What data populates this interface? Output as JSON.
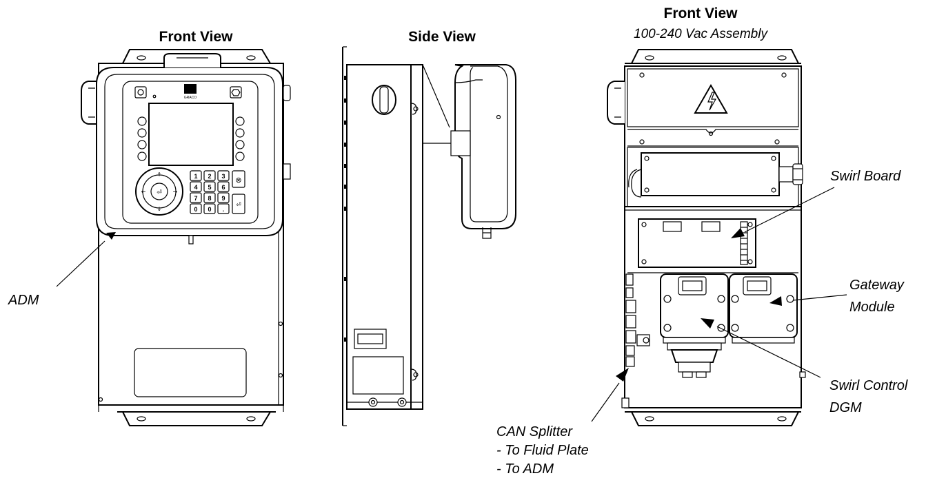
{
  "views": {
    "front": {
      "title": "Front View"
    },
    "side": {
      "title": "Side View"
    },
    "front_vac": {
      "title": "Front View",
      "subtitle": "100-240 Vac Assembly"
    }
  },
  "callouts": {
    "adm": "ADM",
    "swirl_board": "Swirl Board",
    "gateway_line1": "Gateway",
    "gateway_line2": "Module",
    "swirl_control_line1": "Swirl Control",
    "swirl_control_line2": "DGM",
    "can_line1": "CAN Splitter",
    "can_line2": "- To Fluid Plate",
    "can_line3": "- To ADM"
  },
  "keypad_keys": [
    "1",
    "2",
    "3",
    "4",
    "5",
    "6",
    "7",
    "8",
    "9",
    "0",
    "0",
    "."
  ]
}
